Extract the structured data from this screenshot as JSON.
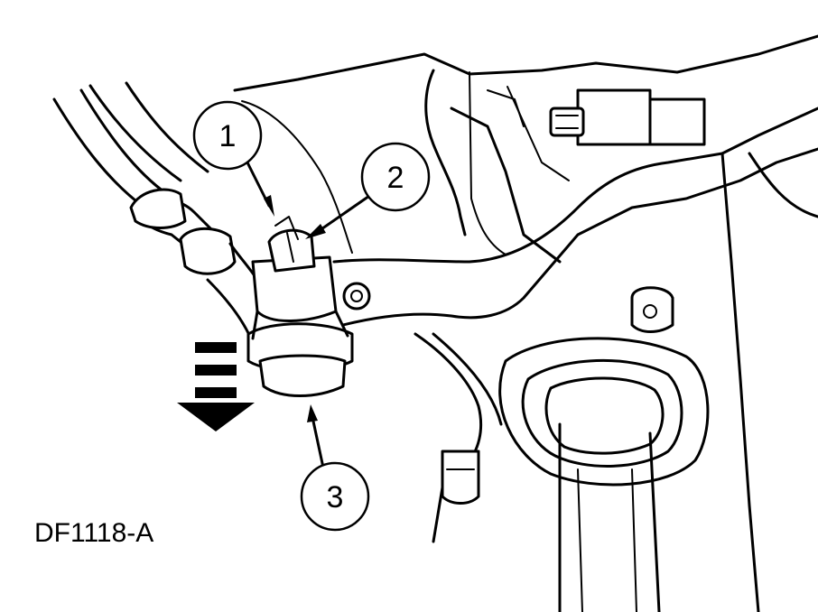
{
  "figure": {
    "id": "DF1118-A"
  },
  "callouts": [
    {
      "number": "1"
    },
    {
      "number": "2"
    },
    {
      "number": "3"
    }
  ],
  "direction_arrow": {
    "direction": "down",
    "icon": "down-arrow-icon"
  },
  "colors": {
    "line": "#000000",
    "background": "#ffffff"
  }
}
